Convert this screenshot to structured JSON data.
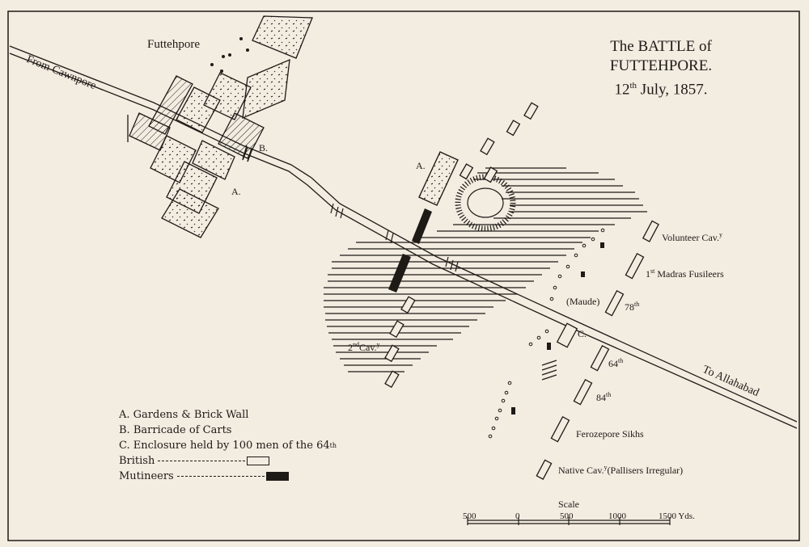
{
  "title": {
    "line1": "The BATTLE of",
    "line2": "FUTTEHPORE.",
    "date_day": "12",
    "date_suffix": "th",
    "date_rest": " July, 1857."
  },
  "places": {
    "town": "Futtehpore",
    "from_road": "From Cawnpore",
    "to_road": "To Allahabad"
  },
  "markers": {
    "a": "A.",
    "b": "B.",
    "c": "C."
  },
  "units": {
    "volunteer_cav": "Volunteer Cav.",
    "volunteer_cav_sup": "y",
    "madras_prefix": "1",
    "madras_sup": "st",
    "madras_rest": " Madras Fusileers",
    "maude": "(Maude)",
    "u78": "78",
    "u78_sup": "th",
    "u64": "64",
    "u64_sup": "th",
    "u84": "84",
    "u84_sup": "th",
    "ferozepore": "Ferozepore Sikhs",
    "native_cav": "Native Cav.",
    "native_cav_sup": "y",
    "native_cav_rest": "(Pallisers Irregular)",
    "second_cav": "2",
    "second_cav_sup": "nd",
    "second_cav_rest": "Cav.",
    "second_cav_sup2": "y"
  },
  "legend": {
    "a": "A.  Gardens & Brick Wall",
    "b": "B.   Barricade of Carts",
    "c": "C.  Enclosure held by 100 men of the 64",
    "c_sup": "th",
    "british": "British",
    "mutineers": "Mutineers"
  },
  "scale": {
    "title": "Scale",
    "ticks": [
      "500",
      "0",
      "500",
      "1000",
      "1500 Yds."
    ]
  },
  "colors": {
    "paper": "#f2ece1",
    "ink": "#1e1a16"
  }
}
